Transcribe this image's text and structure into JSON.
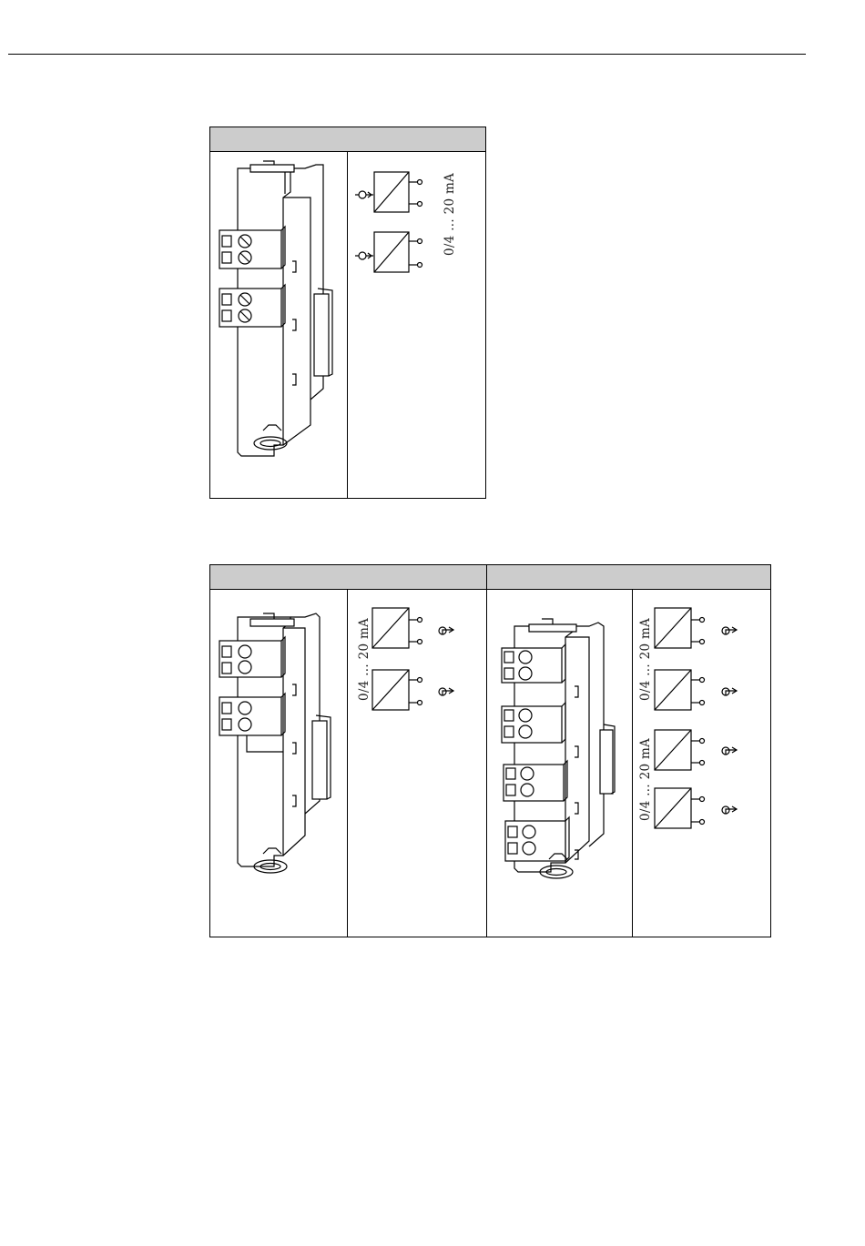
{
  "labels": {
    "range_top": "0/4 ... 20 mA",
    "range_bl": "0/4 ... 20 mA",
    "range_br1": "0/4 ... 20 mA",
    "range_br2": "0/4 ... 20 mA"
  }
}
